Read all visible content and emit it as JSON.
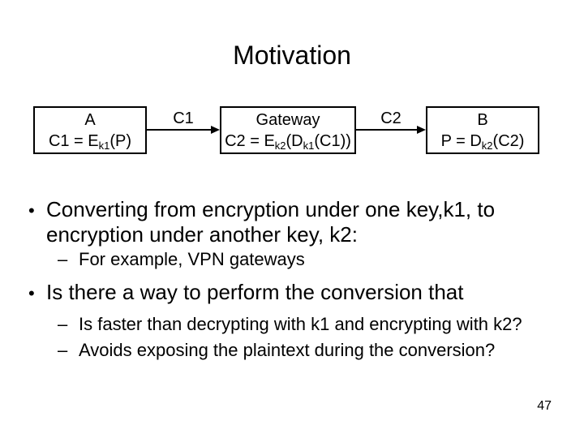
{
  "slide": {
    "title": "Motivation",
    "page_number": "47",
    "background_color": "#ffffff",
    "text_color": "#000000"
  },
  "diagram": {
    "boxes": [
      {
        "title": "A",
        "formula": [
          {
            "t": "C1 = E"
          },
          {
            "s": "k1"
          },
          {
            "t": "(P)"
          }
        ]
      },
      {
        "title": "Gateway",
        "formula": [
          {
            "t": "C2 = E"
          },
          {
            "s": "k2"
          },
          {
            "t": "(D"
          },
          {
            "s": "k1"
          },
          {
            "t": "(C1))"
          }
        ]
      },
      {
        "title": "B",
        "formula": [
          {
            "t": "P = D"
          },
          {
            "s": "k2"
          },
          {
            "t": "(C2)"
          }
        ]
      }
    ],
    "arrows": [
      {
        "label": "C1"
      },
      {
        "label": "C2"
      }
    ]
  },
  "bullets": {
    "marker_l1": "•",
    "marker_l2": "–",
    "items": [
      {
        "level": 1,
        "text": "Converting from encryption under one key,k1, to encryption under another key, k2:"
      },
      {
        "level": 2,
        "text": "For example, VPN gateways"
      },
      {
        "level": 1,
        "text": "Is there a way to perform the conversion that"
      },
      {
        "level": 2,
        "text": "Is faster than decrypting with k1 and encrypting with k2?"
      },
      {
        "level": 2,
        "text": "Avoids exposing the plaintext during the conversion?"
      }
    ]
  }
}
